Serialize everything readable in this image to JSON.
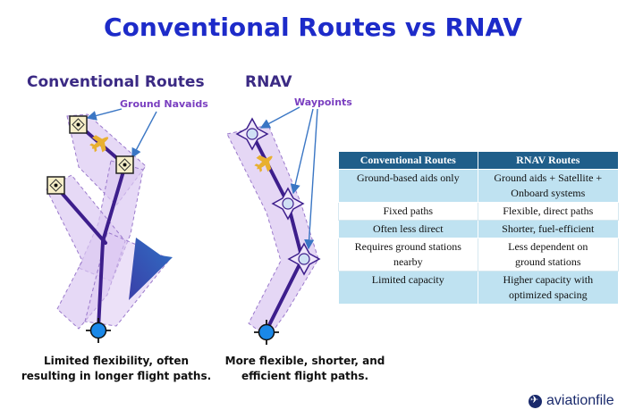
{
  "title": "Conventional Routes vs RNAV",
  "conventional": {
    "heading": "Conventional Routes",
    "callout": "Ground Navaids",
    "caption_lines": [
      "Limited flexibility, often",
      "resulting in longer flight paths."
    ]
  },
  "rnav": {
    "heading": "RNAV",
    "callout": "Waypoints",
    "caption_lines": [
      "More flexible, shorter, and",
      "efficient flight paths."
    ]
  },
  "table": {
    "headers": [
      "Conventional Routes",
      "RNAV Routes"
    ],
    "rows": [
      {
        "conventional": [
          "Ground-based aids only"
        ],
        "rnav": [
          "Ground aids + Satellite +",
          "Onboard systems"
        ]
      },
      {
        "conventional": [
          "Fixed paths"
        ],
        "rnav": [
          "Flexible, direct paths"
        ]
      },
      {
        "conventional": [
          "Often less direct"
        ],
        "rnav": [
          "Shorter, fuel-efficient"
        ]
      },
      {
        "conventional": [
          "Requires ground stations",
          "nearby"
        ],
        "rnav": [
          "Less dependent on",
          "ground stations"
        ]
      },
      {
        "conventional": [
          "Limited capacity"
        ],
        "rnav": [
          "Higher capacity with",
          "optimized spacing"
        ]
      }
    ]
  },
  "brand": "aviationfile",
  "colors": {
    "title": "#1d2bc9",
    "heading": "#3b2a84",
    "callout": "#7a3fc0",
    "route_line": "#3d1e8c",
    "corridor_fill": "#dcc9f2",
    "table_header": "#1f5e8a",
    "table_row_blue": "#bfe2f1",
    "airport": "#1a88e8",
    "navaid": "#f7efc8",
    "aircraft": "#e8b030"
  },
  "icons": [
    "navaid-icon",
    "waypoint-icon",
    "airplane-icon",
    "airport-icon",
    "brand-logo-icon"
  ]
}
